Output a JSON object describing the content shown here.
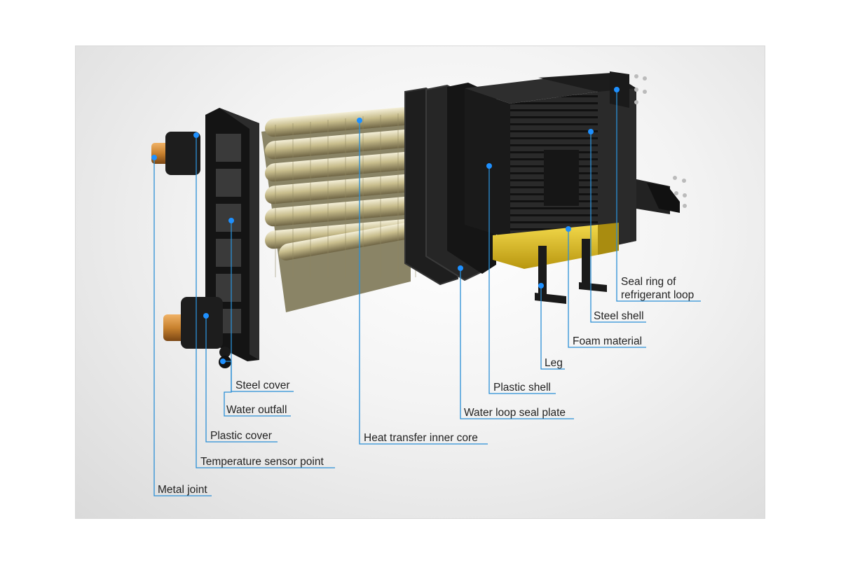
{
  "diagram": {
    "labels": {
      "seal_ring": [
        "Seal ring of",
        "refrigerant loop"
      ],
      "steel_shell": "Steel shell",
      "foam_material": "Foam material",
      "leg": "Leg",
      "plastic_shell": "Plastic shell",
      "water_loop_seal_plate": "Water loop seal plate",
      "heat_transfer_inner_core": "Heat transfer inner core",
      "steel_cover": "Steel cover",
      "water_outfall": "Water outfall",
      "plastic_cover": "Plastic cover",
      "temperature_sensor_point": "Temperature sensor point",
      "metal_joint": "Metal joint"
    },
    "colors": {
      "leader_line": "#2b8fd6",
      "dot": "#1e90ff",
      "housing": "#1b1b1b",
      "foam": "#e2c21e",
      "copper": "#c9822f"
    }
  }
}
